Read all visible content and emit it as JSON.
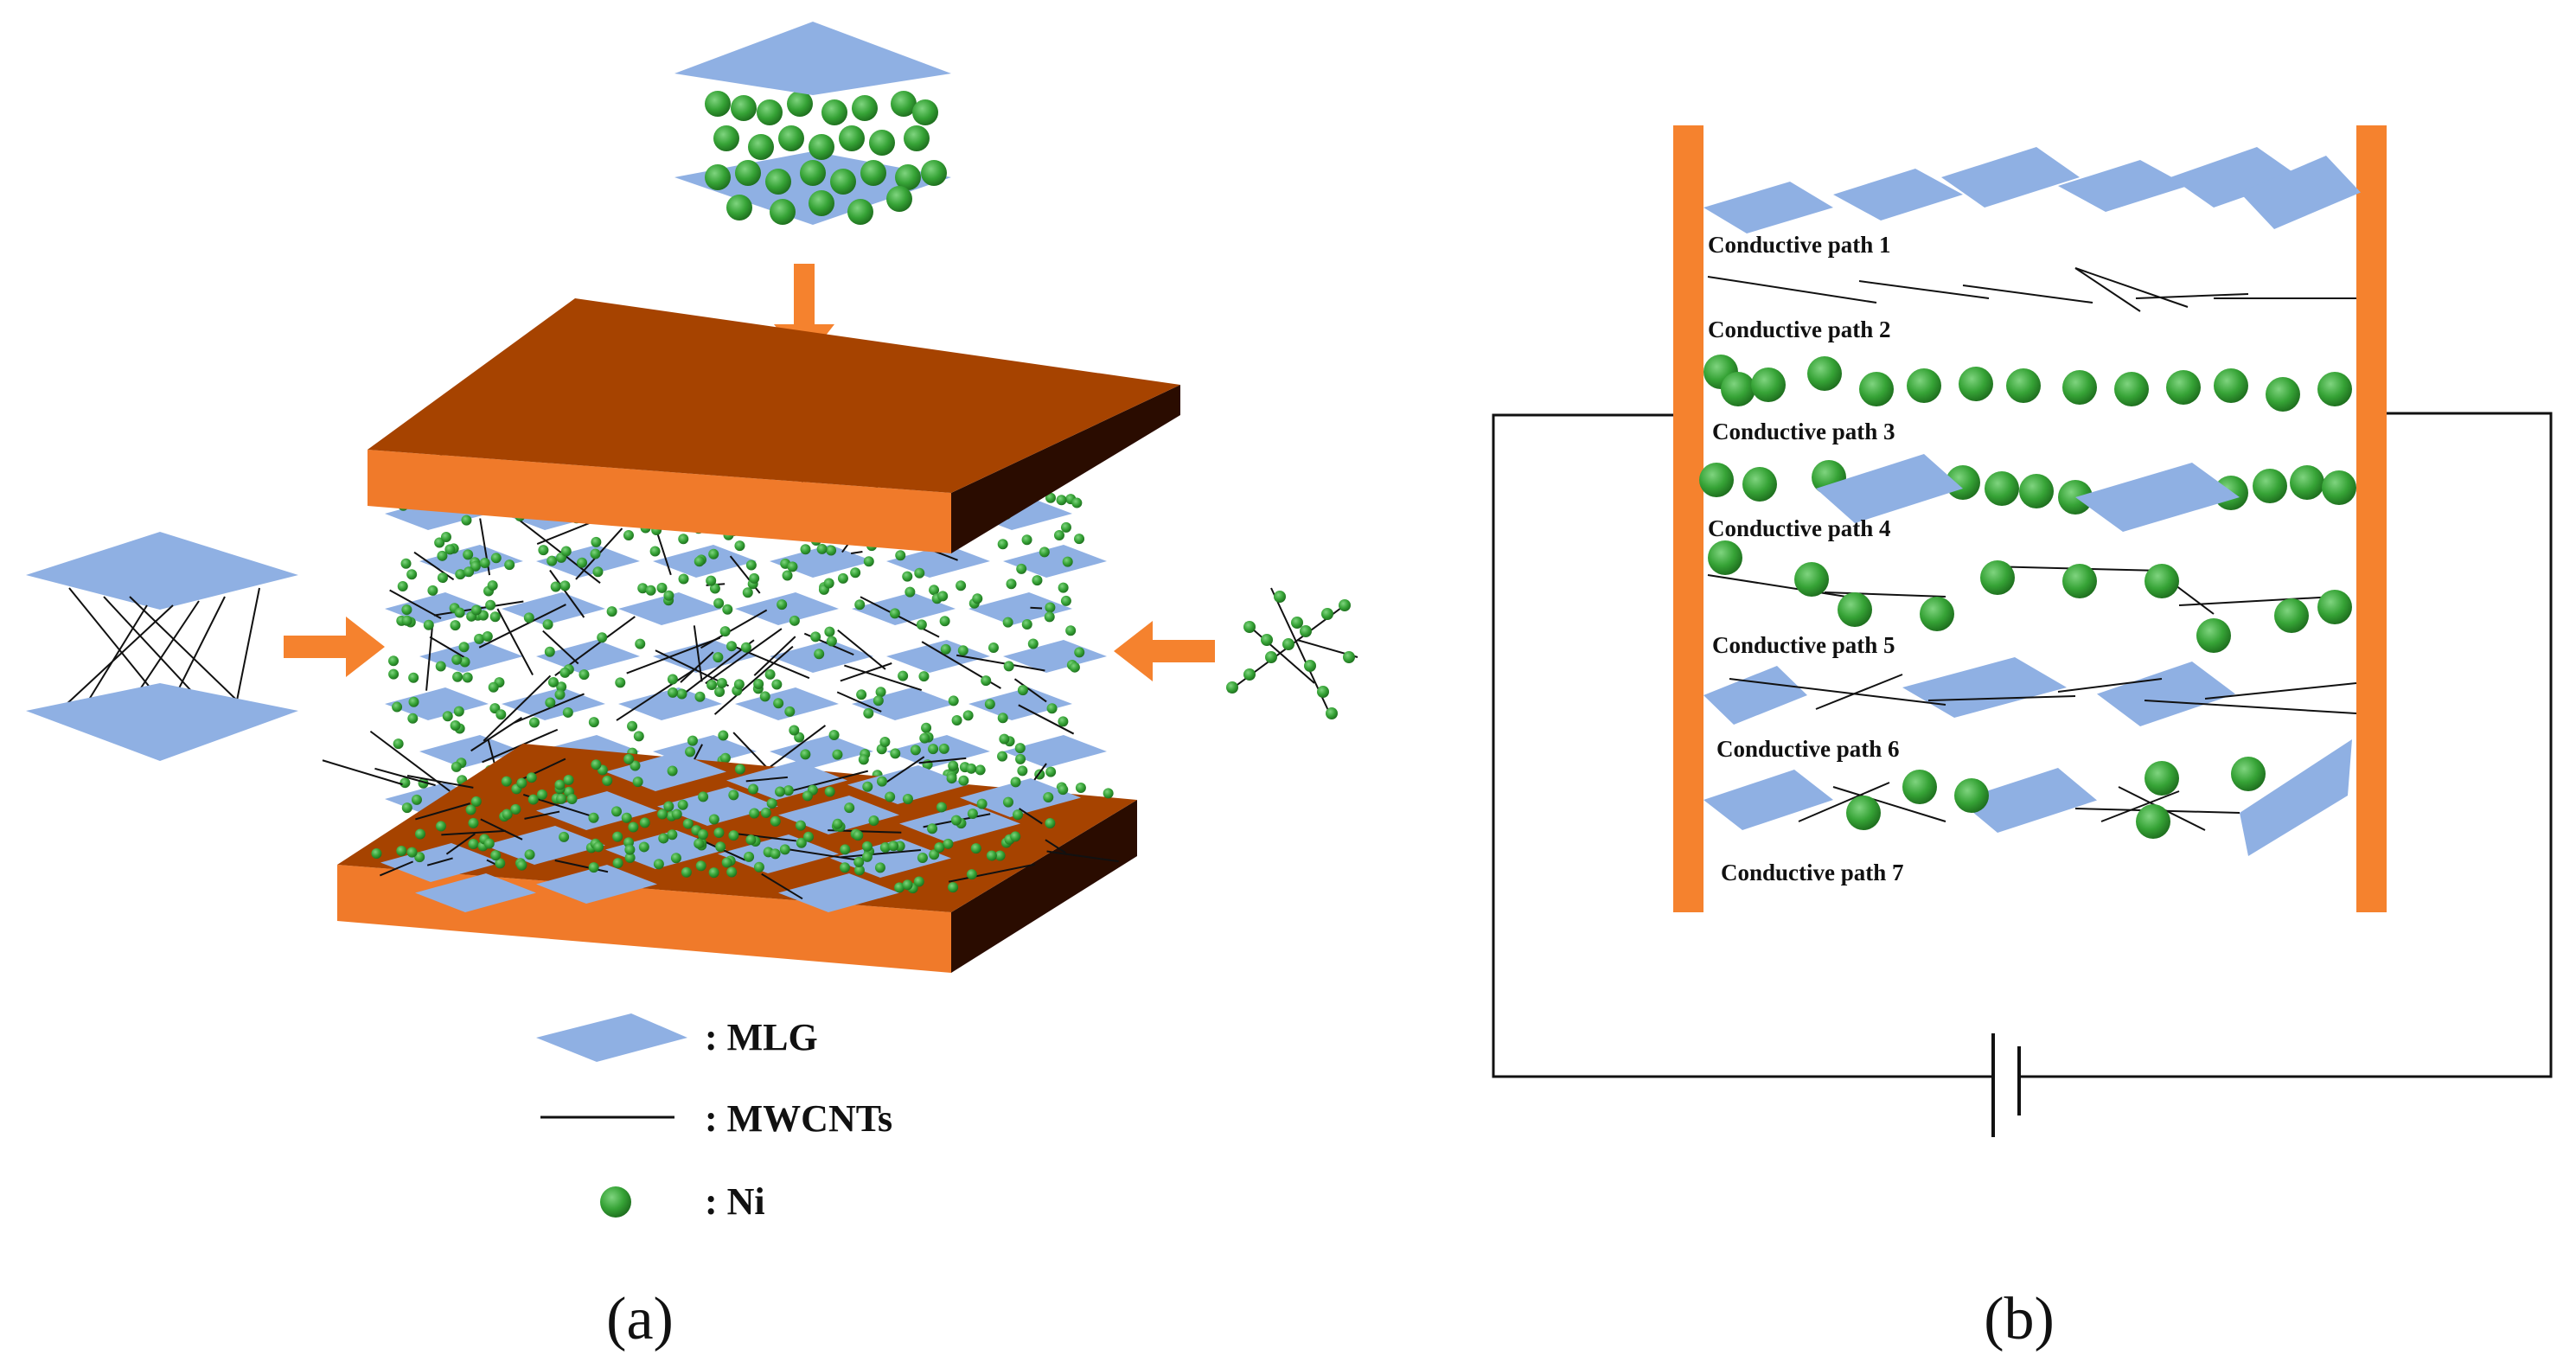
{
  "panel_a": {
    "caption": "(a)",
    "legend": {
      "mlg": ": MLG",
      "mwcnts": ": MWCNTs",
      "ni": ": Ni"
    }
  },
  "panel_b": {
    "caption": "(b)",
    "paths": [
      "Conductive path 1",
      "Conductive path 2",
      "Conductive path 3",
      "Conductive path 4",
      "Conductive path 5",
      "Conductive path 6",
      "Conductive path 7"
    ]
  },
  "colors": {
    "copper_top": "#a64300",
    "copper_edge": "#f07a2a",
    "copper_dark": "#2a0c00",
    "mlg": "#8fb0e3",
    "ni": "#3fa83f",
    "ni_dark": "#1e6a1e",
    "electrode": "#f5822e",
    "arrow": "#f5822e"
  }
}
